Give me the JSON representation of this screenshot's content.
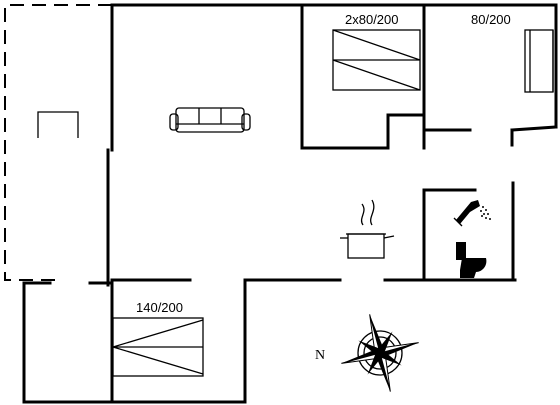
{
  "rooms": {
    "bedroom_double": {
      "bed_label": "2x80/200"
    },
    "bedroom_single": {
      "bed_label": "80/200"
    },
    "bedroom_lower": {
      "bed_label": "140/200"
    }
  },
  "compass": {
    "north_label": "N"
  },
  "icons": {
    "sofa": "sofa-icon",
    "stove": "cooking-pot-icon",
    "shower": "shower-icon",
    "toilet": "toilet-icon",
    "chair": "chair-icon",
    "compass": "compass-rose-icon"
  }
}
